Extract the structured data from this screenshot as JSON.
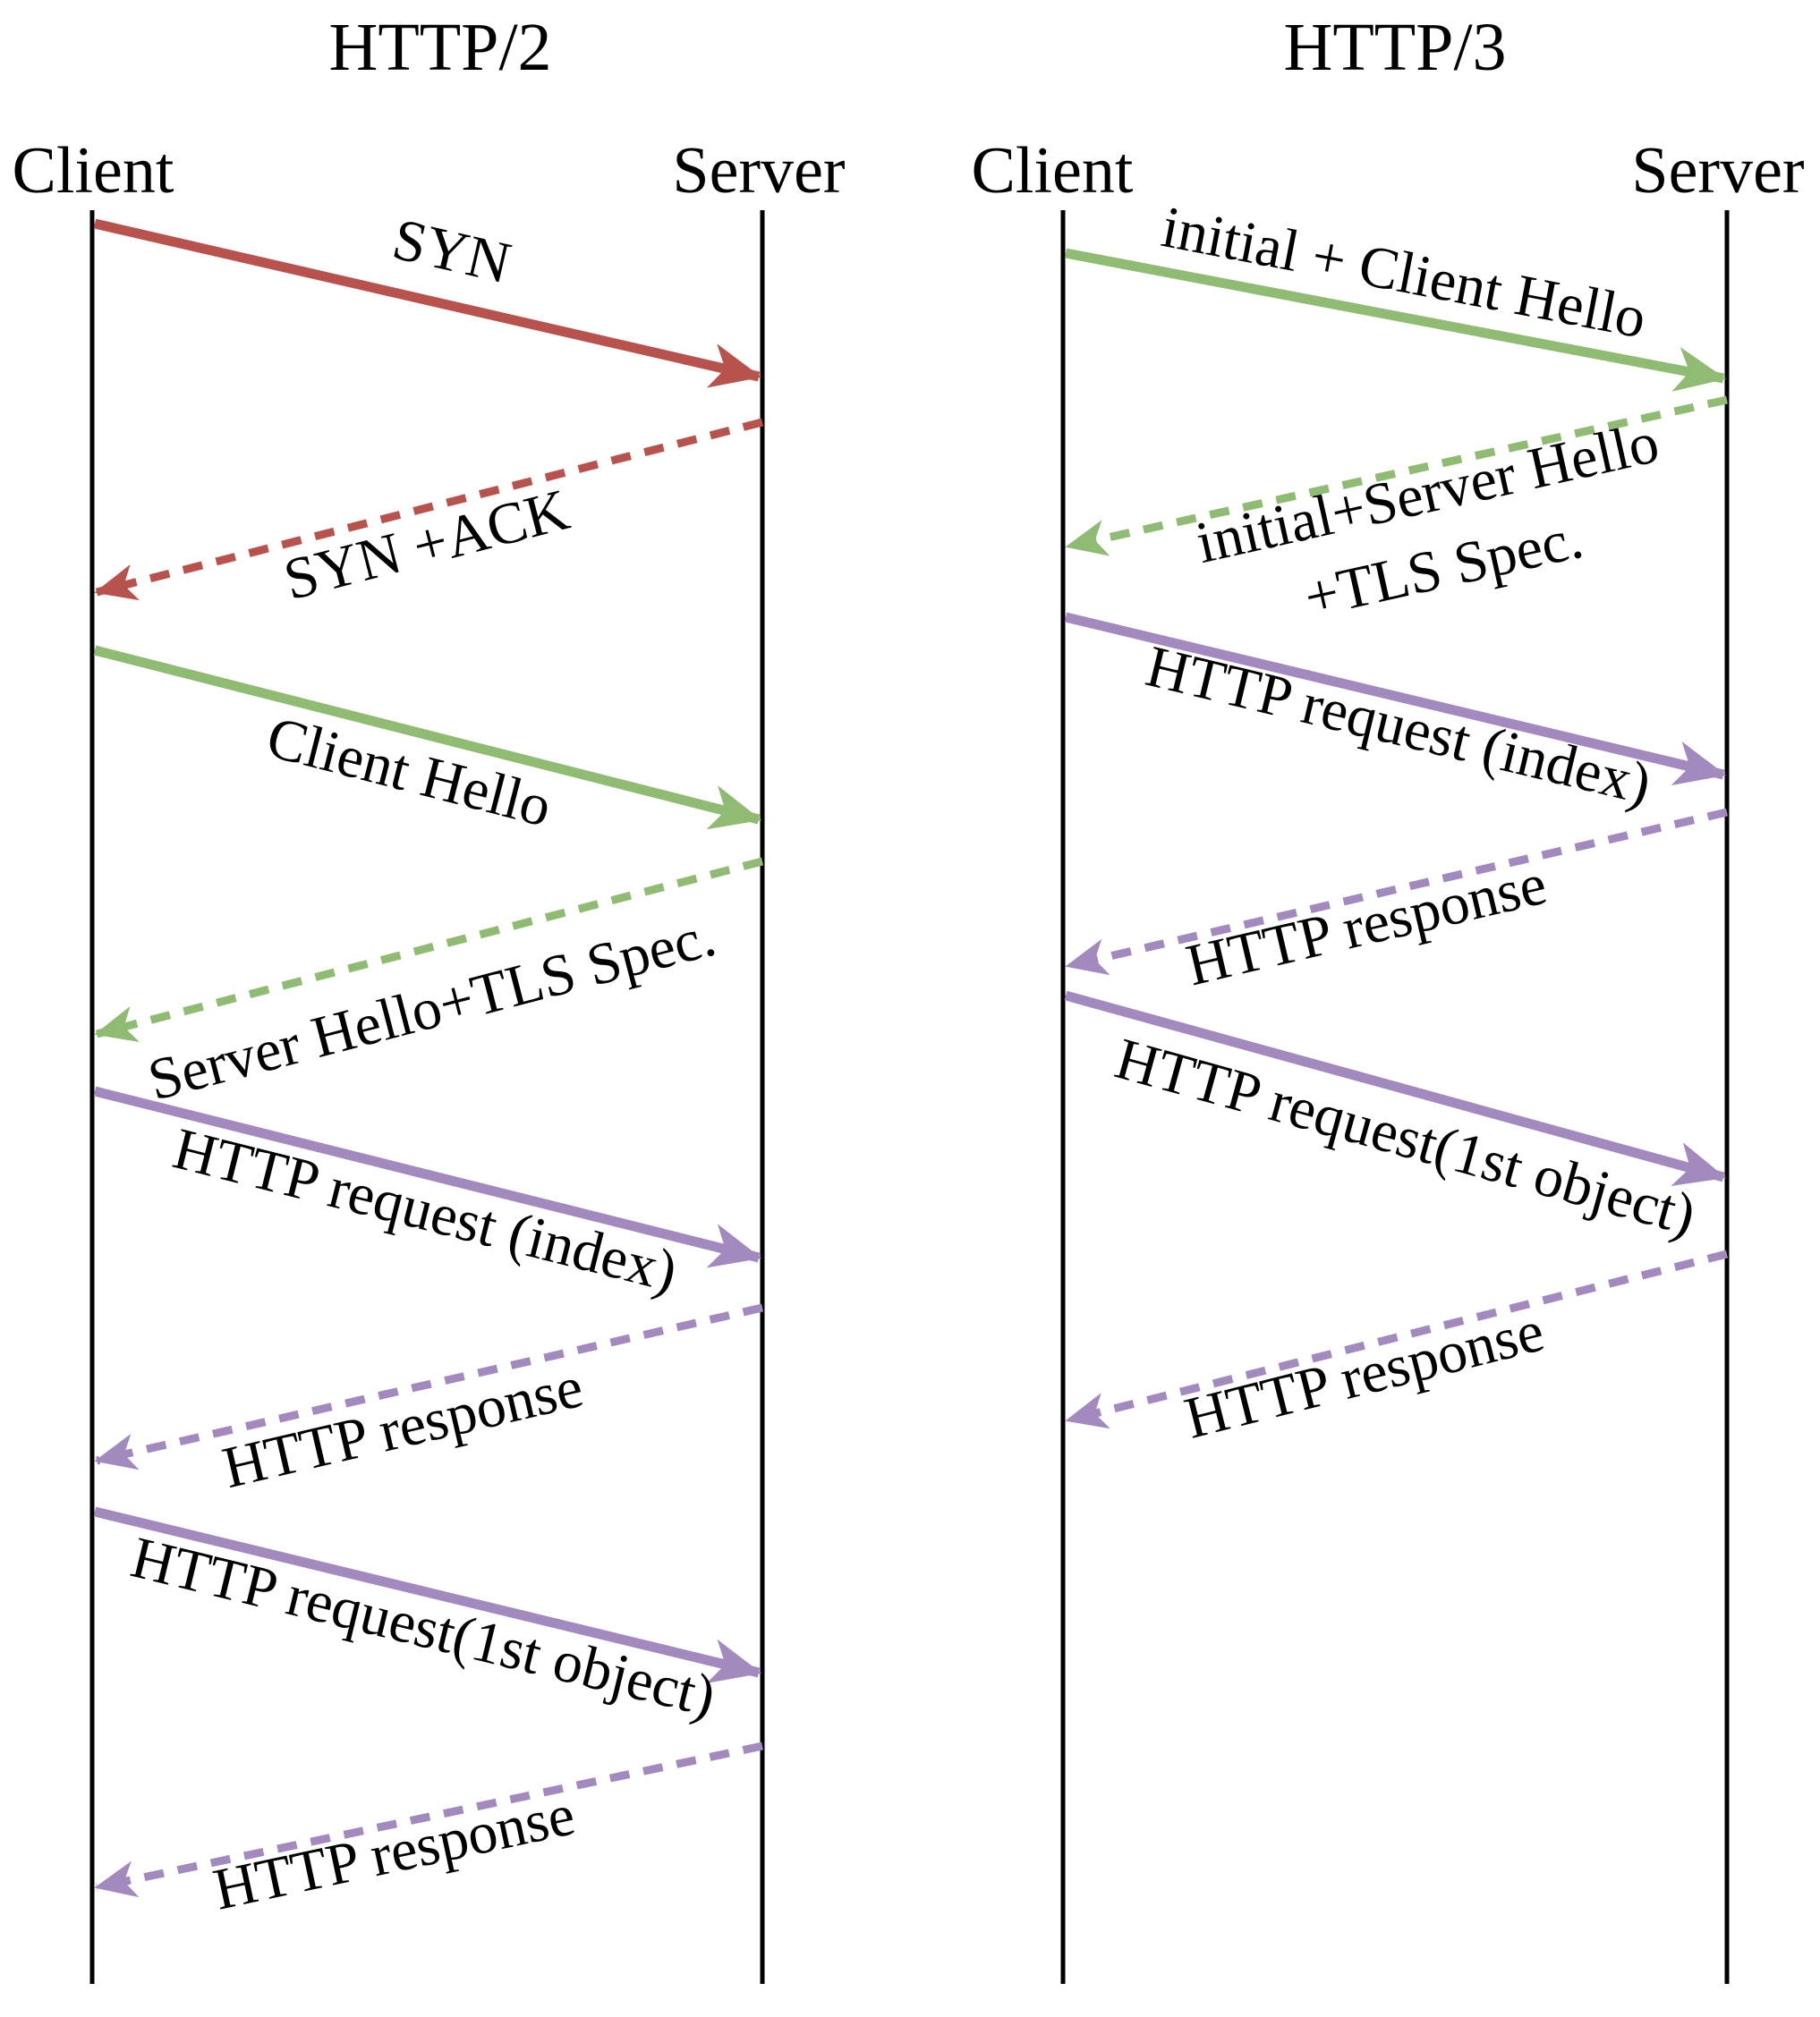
{
  "diagram": {
    "kind": "protocol-sequence-comparison",
    "colors": {
      "tcp_arrow": "#b8524d",
      "tls_arrow": "#8fbb72",
      "http_arrow": "#a289be",
      "lifeline": "#000000",
      "text": "#000000",
      "background": "#ffffff"
    },
    "panels": [
      {
        "title": "HTTP/2",
        "client_label": "Client",
        "server_label": "Server",
        "messages": [
          {
            "label": "SYN",
            "from": "client",
            "to": "server",
            "line": "solid",
            "protocol": "tcp"
          },
          {
            "label": "SYN +ACK",
            "from": "server",
            "to": "client",
            "line": "dashed",
            "protocol": "tcp"
          },
          {
            "label": "Client Hello",
            "from": "client",
            "to": "server",
            "line": "solid",
            "protocol": "tls"
          },
          {
            "label": "Server Hello+TLS Spec.",
            "from": "server",
            "to": "client",
            "line": "dashed",
            "protocol": "tls"
          },
          {
            "label": "HTTP request (index)",
            "from": "client",
            "to": "server",
            "line": "solid",
            "protocol": "http"
          },
          {
            "label": "HTTP response",
            "from": "server",
            "to": "client",
            "line": "dashed",
            "protocol": "http"
          },
          {
            "label": "HTTP request(1st object)",
            "from": "client",
            "to": "server",
            "line": "solid",
            "protocol": "http"
          },
          {
            "label": "HTTP response",
            "from": "server",
            "to": "client",
            "line": "dashed",
            "protocol": "http"
          }
        ]
      },
      {
        "title": "HTTP/3",
        "client_label": "Client",
        "server_label": "Server",
        "messages": [
          {
            "label": "initial + Client Hello",
            "from": "client",
            "to": "server",
            "line": "solid",
            "protocol": "tls"
          },
          {
            "label": "initial+Server Hello",
            "label_line2": "+TLS Spec.",
            "from": "server",
            "to": "client",
            "line": "dashed",
            "protocol": "tls"
          },
          {
            "label": "HTTP request (index)",
            "from": "client",
            "to": "server",
            "line": "solid",
            "protocol": "http"
          },
          {
            "label": "HTTP response",
            "from": "server",
            "to": "client",
            "line": "dashed",
            "protocol": "http"
          },
          {
            "label": "HTTP request(1st object)",
            "from": "client",
            "to": "server",
            "line": "solid",
            "protocol": "http"
          },
          {
            "label": "HTTP response",
            "from": "server",
            "to": "client",
            "line": "dashed",
            "protocol": "http"
          }
        ]
      }
    ]
  }
}
